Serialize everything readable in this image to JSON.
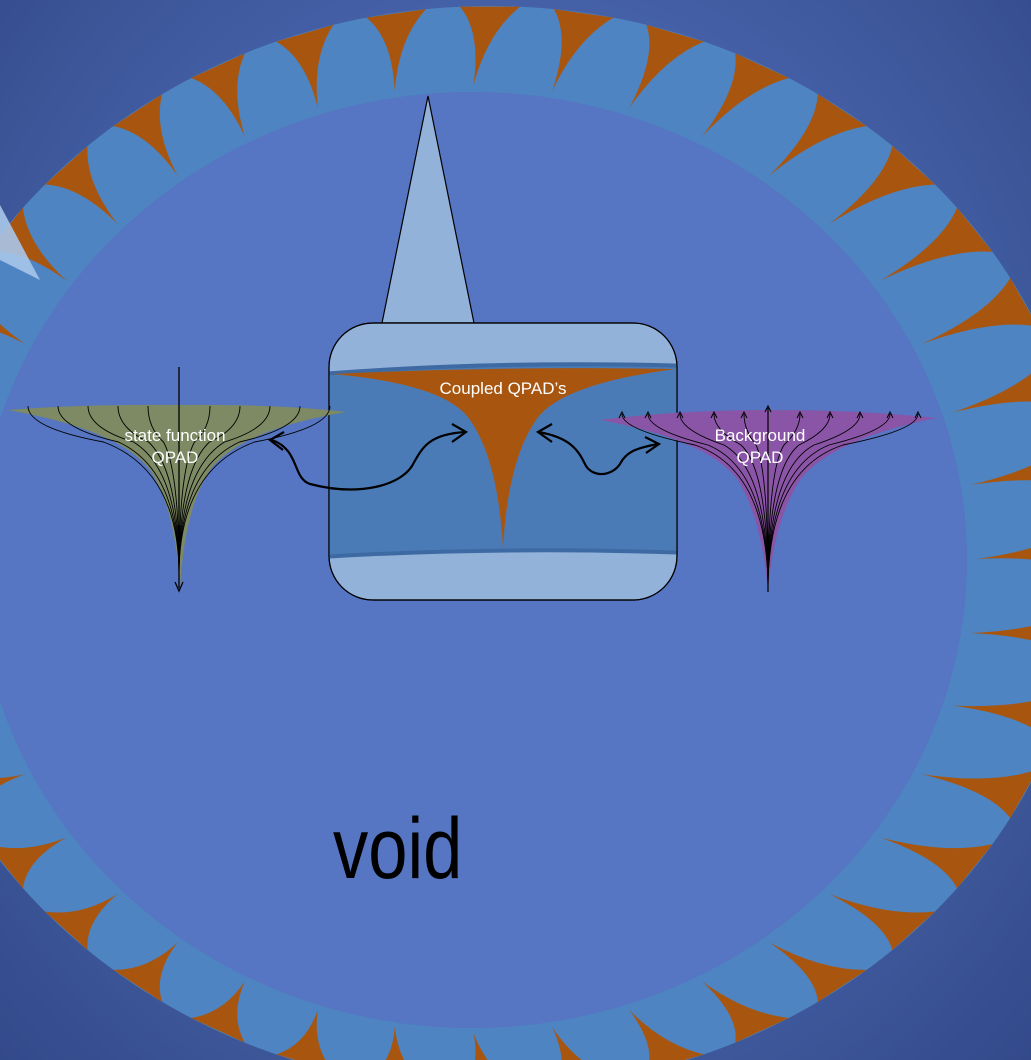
{
  "colors": {
    "background": "#4a66b0",
    "ring_blue": "#4d84c1",
    "ring_orange": "#a8560f",
    "inner_disc": "#5675c2",
    "box_outer": "#93b2da",
    "box_band": "#4b7bb6",
    "box_line": "#3d6aa3",
    "green_funnel": "#7d8a63",
    "purple_funnel": "#8a55a6",
    "stroke": "#000000",
    "label_light": "#ffffff",
    "label_dark": "#000000"
  },
  "labels": {
    "coupled": "Coupled QPAD’s",
    "state_function_line1": "state function",
    "state_function_line2": "QPAD",
    "background_line1": "Background",
    "background_line2": "QPAD",
    "void": "void"
  }
}
